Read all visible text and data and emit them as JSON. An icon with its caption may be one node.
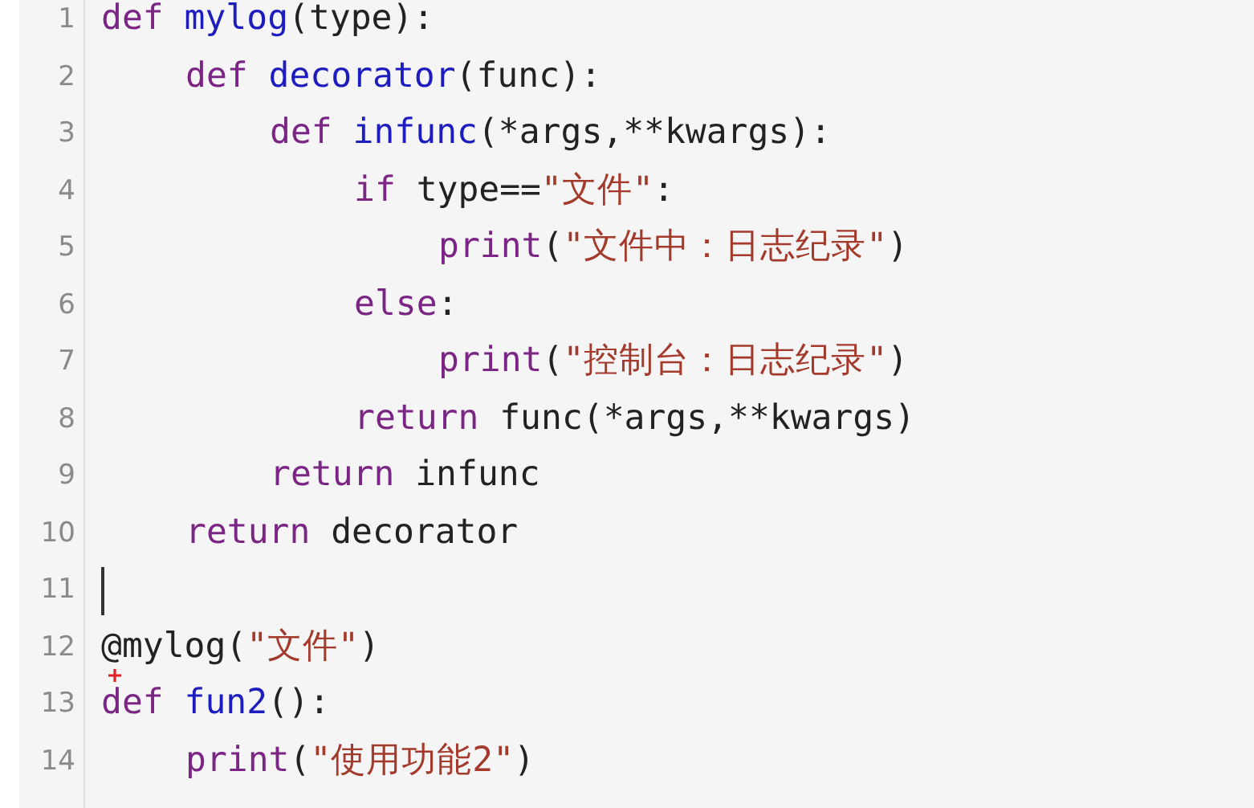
{
  "diagram": {
    "labels": [
      "1",
      "def mylog(type):",
      "2",
      "def decorator(func):",
      "3",
      "def infunc(*args,**kwargs):",
      "4",
      "if type==\"文件\":",
      "5",
      "print(\"文件中：日志纪录\")",
      "6",
      "else:",
      "7",
      "print(\"控制台：日志纪录\")",
      "8",
      "return func(*args,**kwargs)",
      "9",
      "return infunc",
      "10",
      "return decorator",
      "11",
      "12",
      "@mylog(\"文件\")",
      "13",
      "def fun2():",
      "14",
      "print(\"使用功能2\")"
    ]
  }
}
